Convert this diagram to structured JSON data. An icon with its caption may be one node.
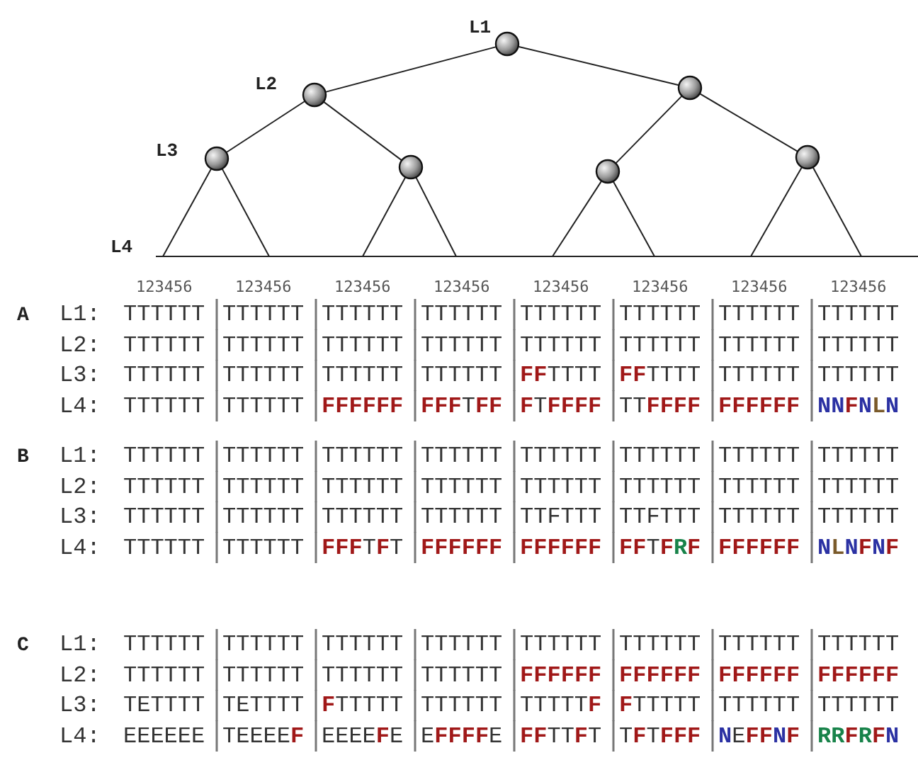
{
  "diagram": {
    "nodes": [
      {
        "text": [],
        "shape": "circle"
      },
      {
        "text": [],
        "shape": "circle"
      },
      {
        "text": [],
        "shape": "circle"
      },
      {
        "text": [],
        "shape": "circle"
      },
      {
        "text": [],
        "shape": "circle"
      },
      {
        "text": [],
        "shape": "circle"
      },
      {
        "text": [],
        "shape": "circle"
      }
    ],
    "edges": [
      {
        "from": 0,
        "to": 1,
        "arrow": "none"
      },
      {
        "from": 0,
        "to": 2,
        "arrow": "none"
      },
      {
        "from": 1,
        "to": 3,
        "arrow": "none"
      },
      {
        "from": 1,
        "to": 4,
        "arrow": "none"
      },
      {
        "from": 2,
        "to": 5,
        "arrow": "none"
      },
      {
        "from": 2,
        "to": 6,
        "arrow": "none"
      },
      {
        "from": 3,
        "to": null,
        "arrow": "none"
      },
      {
        "from": 3,
        "to": null,
        "arrow": "none"
      },
      {
        "from": 4,
        "to": null,
        "arrow": "none"
      },
      {
        "from": 4,
        "to": null,
        "arrow": "none"
      },
      {
        "from": 5,
        "to": null,
        "arrow": "none"
      },
      {
        "from": 5,
        "to": null,
        "arrow": "none"
      },
      {
        "from": 6,
        "to": null,
        "arrow": "none"
      },
      {
        "from": 6,
        "to": null,
        "arrow": "none"
      }
    ],
    "labels": [
      "L1",
      "L2",
      "L3",
      "L4",
      "123456",
      "123456",
      "123456",
      "123456",
      "123456",
      "123456",
      "123456",
      "123456",
      "A",
      "L1:",
      "TTTTTT",
      "TTTTTT",
      "TTTTTT",
      "TTTTTT",
      "TTTTTT",
      "TTTTTT",
      "TTTTTT",
      "TTTTTT",
      "L2:",
      "TTTTTT",
      "TTTTTT",
      "TTTTTT",
      "TTTTTT",
      "TTTTTT",
      "TTTTTT",
      "TTTTTT",
      "TTTTTT",
      "L3:",
      "TTTTTT",
      "TTTTTT",
      "TTTTTT",
      "TTTTTT",
      "**FF**TTTT",
      "**FF**TTTT",
      "TTTTTT",
      "TTTTTT",
      "L4:",
      "TTTTTT",
      "TTTTTT",
      "**FFFFFF**",
      "**FFF**T**FF**",
      "**F**T**FFFF**",
      "TT**FFFF**",
      "**FFFFFF**",
      "**NNFNLN**",
      "B",
      "L1:",
      "TTTTTT",
      "TTTTTT",
      "TTTTTT",
      "TTTTTT",
      "TTTTTT",
      "TTTTTT",
      "TTTTTT",
      "TTTTTT",
      "L2:",
      "TTTTTT",
      "TTTTTT",
      "TTTTTT",
      "TTTTTT",
      "TTTTTT",
      "TTTTTT",
      "TTTTTT",
      "TTTTTT",
      "L3:",
      "TTTTTT",
      "TTTTTT",
      "TTTTTT",
      "TTTTTT",
      "TTFTTT",
      "TTFTTT",
      "TTTTTT",
      "TTTTTT",
      "L4:",
      "TTTTTT",
      "TTTTTT",
      "**FFF**T**F**T",
      "**FFFFFF**",
      "**FFFFFF**",
      "**FF**T**FRF**",
      "**FFFFFF**",
      "**NLNFNF**",
      "C",
      "L1:",
      "TTTTTT",
      "TTTTTT",
      "TTTTTT",
      "TTTTTT",
      "TTTTTT",
      "TTTTTT",
      "TTTTTT",
      "TTTTTT",
      "L2:",
      "TTTTTT",
      "TTTTTT",
      "TTTTTT",
      "TTTTTT",
      "**FFFFFF**",
      "**FFFFFF**",
      "**FFFFFF**",
      "**FFFFFF**",
      "L3:",
      "TETTTT",
      "TETTTT",
      "**F**TTTTT",
      "TTTTTT",
      "TTTTT**F**",
      "**F**TTTTT",
      "TTTTTT",
      "TTTTTT",
      "L4:",
      "EEEEEE",
      "TEEEE**F**",
      "EEEE**F**E",
      "E**FFFF**E",
      "**FF**TT**F**T",
      "T**F**T**FFF**",
      "**N**E**FFNF**",
      "**RRFRFN**"
    ]
  }
}
